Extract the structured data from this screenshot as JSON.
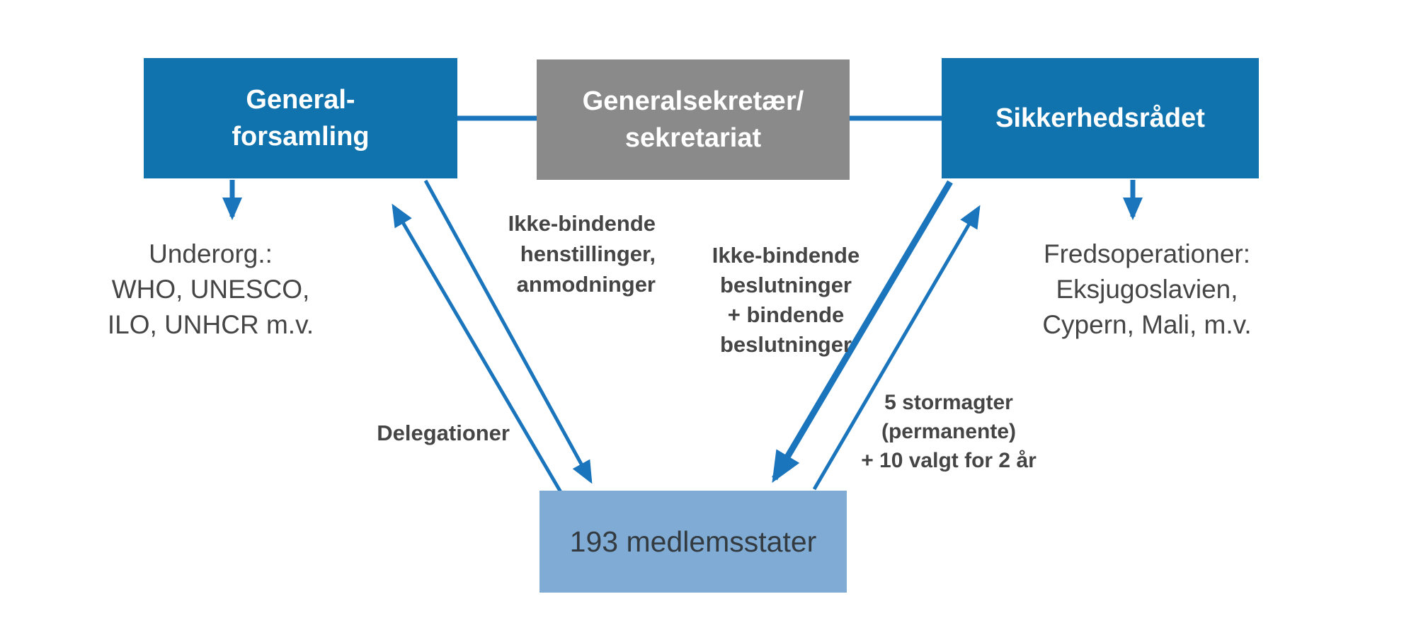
{
  "diagram": {
    "background": "#ffffff",
    "colors": {
      "primary_blue": "#1173ad",
      "arrow_blue": "#1b75bc",
      "gray": "#8a8a8a",
      "light_blue": "#7fabd4",
      "annotation_text": "#454545",
      "box_text": "#ffffff",
      "member_box_text": "#333a40"
    },
    "nodes": {
      "general_assembly": {
        "lines": [
          "General-",
          "forsamling"
        ]
      },
      "secretariat": {
        "lines": [
          "Generalsekretær/",
          "sekretariat"
        ]
      },
      "security_council": {
        "lines": [
          "Sikkerhedsrådet"
        ]
      },
      "member_states": {
        "lines": [
          "193 medlemsstater"
        ]
      }
    },
    "annotations": {
      "suborgs": {
        "lines": [
          "Underorg.:",
          "WHO, UNESCO,",
          "ILO, UNHCR m.v."
        ]
      },
      "peace_operations": {
        "lines": [
          "Fredsoperationer:",
          "Eksjugoslavien,",
          "Cypern, Mali, m.v."
        ]
      },
      "recommendations": {
        "lines": [
          "Ikke-bindende",
          "henstillinger,",
          "anmodninger"
        ]
      },
      "decisions": {
        "lines": [
          "Ikke-bindende",
          "beslutninger",
          "+ bindende",
          "beslutninger"
        ]
      },
      "delegations": {
        "lines": [
          "Delegationer"
        ]
      },
      "council_members": {
        "lines": [
          "5 stormagter",
          "(permanente)",
          "+ 10 valgt for 2 år"
        ]
      }
    },
    "edges": [
      {
        "from": "general_assembly",
        "to": "suborgs",
        "style": "arrow-down"
      },
      {
        "from": "general_assembly",
        "to": "secretariat",
        "style": "plain-line"
      },
      {
        "from": "secretariat",
        "to": "security_council",
        "style": "plain-line"
      },
      {
        "from": "security_council",
        "to": "peace_operations",
        "style": "arrow-down"
      },
      {
        "from": "member_states",
        "to": "general_assembly",
        "style": "thin-arrow",
        "label": "Delegationer"
      },
      {
        "from": "general_assembly",
        "to": "member_states",
        "style": "thin-arrow",
        "label": "Ikke-bindende henstillinger, anmodninger"
      },
      {
        "from": "security_council",
        "to": "member_states",
        "style": "thick-arrow",
        "label": "Ikke-bindende beslutninger + bindende beslutninger"
      },
      {
        "from": "member_states",
        "to": "security_council",
        "style": "thin-arrow",
        "label": "5 stormagter (permanente) + 10 valgt for 2 år"
      }
    ]
  }
}
